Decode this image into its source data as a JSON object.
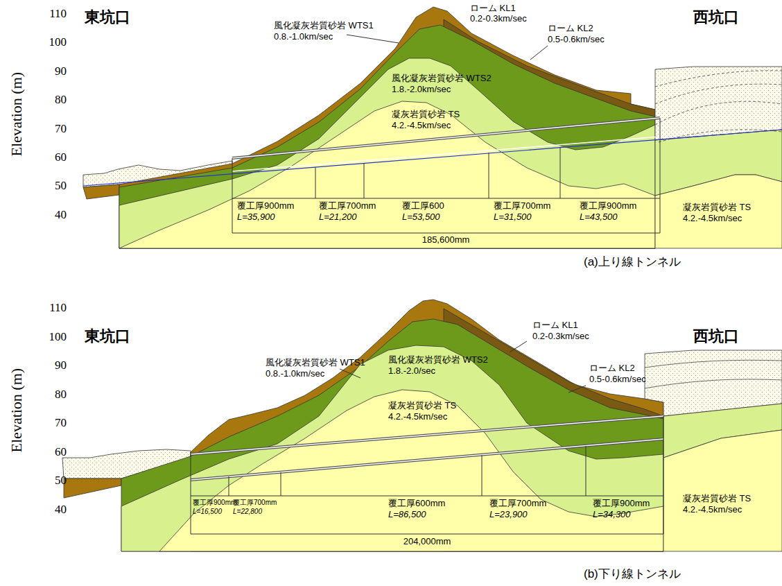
{
  "diagram": {
    "labels": [
      "東坑口",
      "西坑口",
      "Elevation (m)",
      "110",
      "100",
      "90",
      "80",
      "70",
      "60",
      "50",
      "40",
      "風化凝灰岩質砂岩 WTS1",
      "0.8.-1.0km/sec",
      "ローム KL1",
      "0.2-0.3km/sec",
      "ローム KL2",
      "0.5-0.6km/sec",
      "風化凝灰岩質砂岩 WTS2",
      "1.8.-2.0km/sec",
      "凝灰岩質砂岩 TS",
      "4.2.-4.5km/sec",
      "覆工厚900mm",
      "L=35,900",
      "覆工厚700mm",
      "L=21,200",
      "覆工厚600",
      "L=53,500",
      "覆工厚700mm",
      "L=31,500",
      "覆工厚900mm",
      "L=43,500",
      "185,600mm",
      "凝灰岩質砂岩 TS",
      "4.2.-4.5km/sec",
      "(a)上り線トンネル",
      "東坑口",
      "西坑口",
      "Elevation (m)",
      "110",
      "100",
      "90",
      "80",
      "70",
      "60",
      "50",
      "40",
      "風化凝灰岩質砂岩 WTS1",
      "0.8.-1.0km/sec",
      "ローム KL1",
      "0.2-0.3km/sec",
      "ローム KL2",
      "0.5-0.6km/sec",
      "風化凝灰岩質砂岩 WTS2",
      "1.8.-2.0/sec",
      "凝灰岩質砂岩 TS",
      "4.2.-4.5km/sec",
      "覆工厚900mm",
      "L=16,500",
      "覆工厚700mm",
      "L=22,800",
      "覆工厚600mm",
      "L=86,500",
      "覆工厚700mm",
      "L=23,900",
      "覆工厚900mm",
      "L=34,300",
      "204,000mm",
      "凝灰岩質砂岩 TS",
      "4.2.-4.5km/sec",
      "(b)下り線トンネル"
    ]
  }
}
